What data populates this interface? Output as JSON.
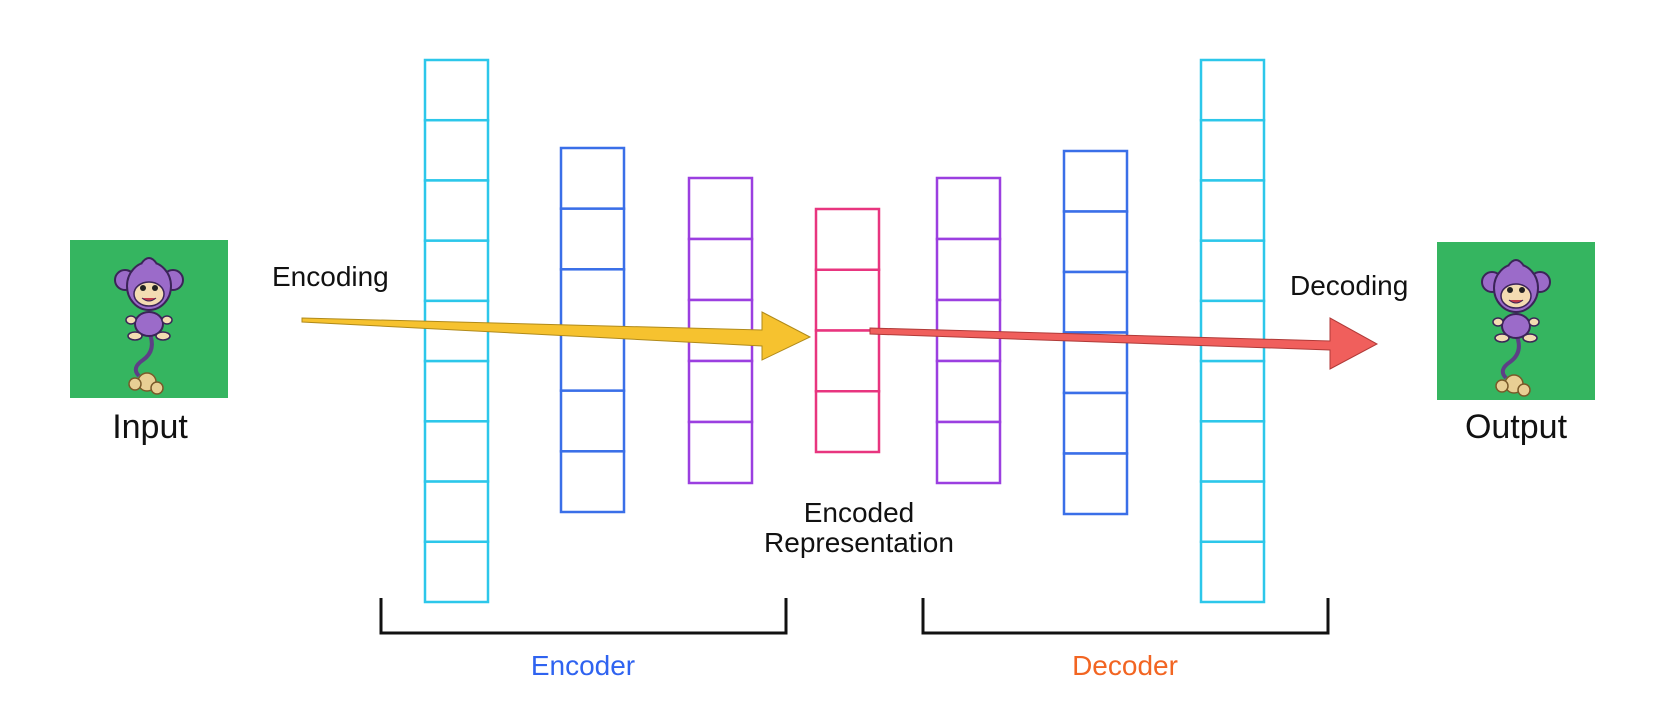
{
  "labels": {
    "input": "Input",
    "output": "Output",
    "encoding": "Encoding",
    "decoding": "Decoding",
    "encoded_line1": "Encoded",
    "encoded_line2": "Representation",
    "encoder": "Encoder",
    "decoder": "Decoder"
  },
  "colors": {
    "layer_outer": "#2cc7ea",
    "layer_mid": "#3a6fe8",
    "layer_inner": "#9b3fe0",
    "bottleneck": "#e8357f",
    "encoding_arrow": "#f6c22f",
    "decoding_arrow": "#f05f5c",
    "encoder_label": "#2f63f0",
    "decoder_label": "#f26522",
    "image_background": "#35b560",
    "bracket": "#111111"
  },
  "layers": [
    {
      "name": "encoder-layer-1",
      "cells": 9,
      "color": "layer_outer"
    },
    {
      "name": "encoder-layer-2",
      "cells": 6,
      "color": "layer_mid"
    },
    {
      "name": "encoder-layer-3",
      "cells": 5,
      "color": "layer_inner"
    },
    {
      "name": "bottleneck-layer",
      "cells": 4,
      "color": "bottleneck"
    },
    {
      "name": "decoder-layer-1",
      "cells": 5,
      "color": "layer_inner"
    },
    {
      "name": "decoder-layer-2",
      "cells": 6,
      "color": "layer_mid"
    },
    {
      "name": "decoder-layer-3",
      "cells": 9,
      "color": "layer_outer"
    }
  ],
  "icons": {
    "input_image": "monkey-sprite-icon",
    "output_image": "monkey-sprite-icon"
  }
}
